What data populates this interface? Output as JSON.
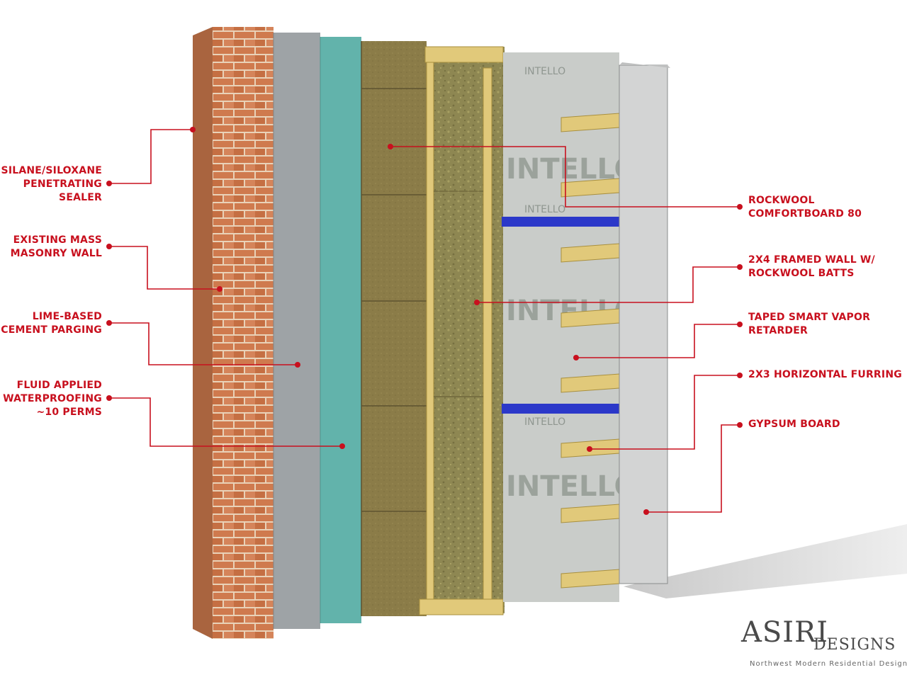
{
  "callouts_left": [
    {
      "id": "sealer",
      "lines": [
        "SILANE/SILOXANE",
        "PENETRATING",
        "SEALER"
      ]
    },
    {
      "id": "masonry",
      "lines": [
        "EXISTING MASS",
        "MASONRY WALL"
      ]
    },
    {
      "id": "parging",
      "lines": [
        "LIME-BASED",
        "CEMENT PARGING"
      ]
    },
    {
      "id": "waterproofing",
      "lines": [
        "FLUID APPLIED",
        "WATERPROOFING",
        "~10 PERMS"
      ]
    }
  ],
  "callouts_right": [
    {
      "id": "comfortboard",
      "lines": [
        "ROCKWOOL",
        "COMFORTBOARD 80"
      ]
    },
    {
      "id": "framed-wall",
      "lines": [
        "2X4 FRAMED WALL W/",
        "ROCKWOOL BATTS"
      ]
    },
    {
      "id": "vapor-retarder",
      "lines": [
        "TAPED SMART VAPOR",
        "RETARDER"
      ]
    },
    {
      "id": "furring",
      "lines": [
        "2X3 HORIZONTAL FURRING"
      ]
    },
    {
      "id": "gypsum",
      "lines": [
        "GYPSUM BOARD"
      ]
    }
  ],
  "membrane_print": "INTELLO",
  "brand": {
    "name": "ASIRI",
    "suffix": "DESIGNS",
    "tagline": "Northwest Modern Residential Design"
  },
  "colors": {
    "callout": "#c8101e",
    "brick": "#cf7a4e",
    "mortar": "#e9d2b8",
    "parging": "#9ea3a6",
    "waterproofing": "#62b3ab",
    "comfortboard": "#8b7c48",
    "batts": "#8e8752",
    "stud": "#e1c97a",
    "membrane": "#c9ccc9",
    "vapor_tape": "#2b38c9",
    "gypsum": "#d3d4d4"
  }
}
